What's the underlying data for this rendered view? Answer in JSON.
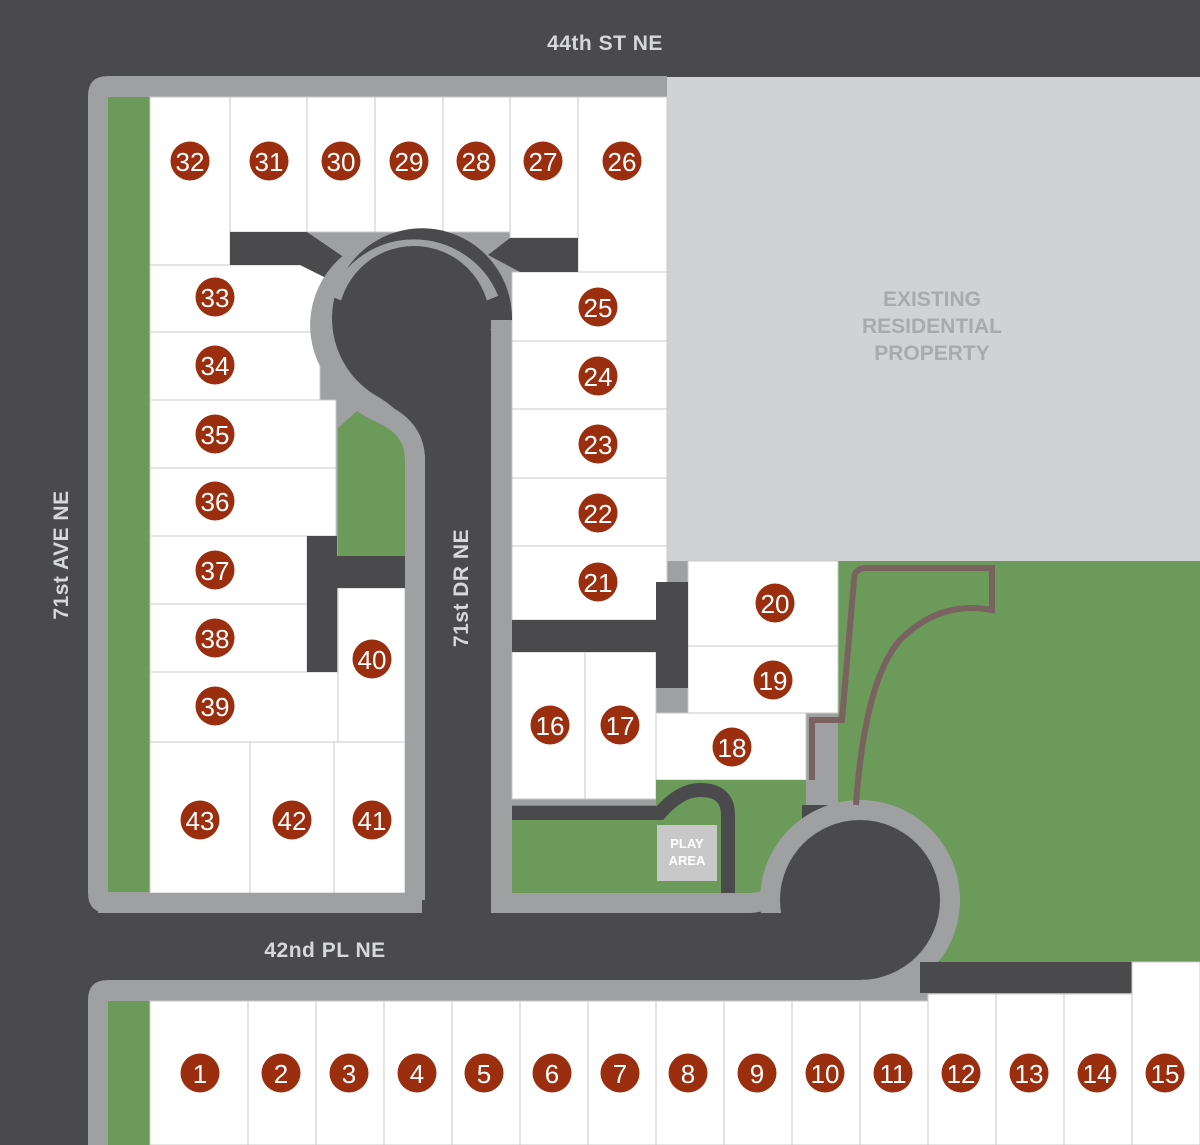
{
  "streets": {
    "north": "44th ST NE",
    "west": "71st AVE NE",
    "south": "42nd PL NE",
    "center": "71st DR NE"
  },
  "existing_property": [
    "EXISTING",
    "RESIDENTIAL",
    "PROPERTY"
  ],
  "play_area": [
    "PLAY",
    "AREA"
  ],
  "colors": {
    "road": "#4a4a4c",
    "curb": "#9fa0a2",
    "green": "#6b9a5a",
    "lot": "#ffffff",
    "marker": "#9a2e0e",
    "existing_property": "#d1d2d4",
    "trail": "#7a6260"
  },
  "lots": [
    "1",
    "2",
    "3",
    "4",
    "5",
    "6",
    "7",
    "8",
    "9",
    "10",
    "11",
    "12",
    "13",
    "14",
    "15",
    "16",
    "17",
    "18",
    "19",
    "20",
    "21",
    "22",
    "23",
    "24",
    "25",
    "26",
    "27",
    "28",
    "29",
    "30",
    "31",
    "32",
    "33",
    "34",
    "35",
    "36",
    "37",
    "38",
    "39",
    "40",
    "41",
    "42",
    "43"
  ]
}
